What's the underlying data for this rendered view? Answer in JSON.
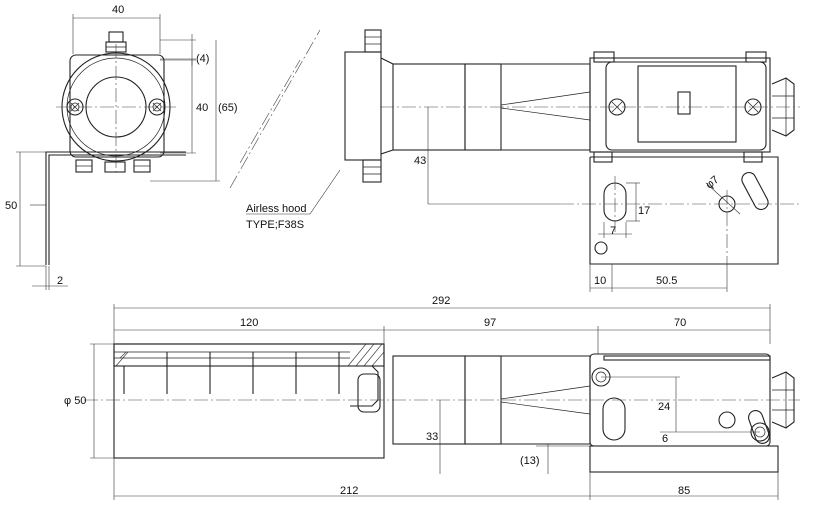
{
  "dimensions": {
    "front_width": "40",
    "front_gap": "(4)",
    "front_height": "40",
    "front_overall": "(65)",
    "bracket_height": "50",
    "bracket_thickness": "2",
    "axis_height": "43",
    "slot_height": "17",
    "slot_width": "7",
    "hole_dia": "φ7",
    "slot_offset": "10",
    "hole_offset": "50.5",
    "overall_length": "292",
    "hood_length": "120",
    "body_length": "97",
    "head_length": "70",
    "hood_dia": "φ 50",
    "bolt_pitch": "24",
    "bolt_offset": "6",
    "body_height": "33",
    "body_gap": "(13)",
    "rear_length": "212",
    "base_length": "85"
  },
  "labels": {
    "hood_name": "Airless hood",
    "hood_type": "TYPE;F38S"
  }
}
